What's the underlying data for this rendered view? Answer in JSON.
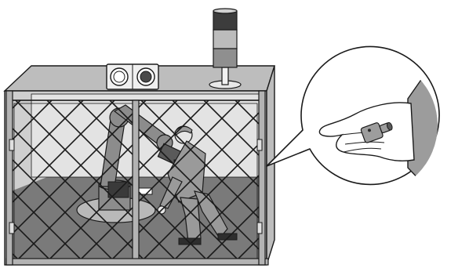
{
  "illustration": {
    "colors": {
      "outline": "#1a1a1a",
      "enclosure_wall": "#cfcfcf",
      "enclosure_top": "#bdbdbd",
      "enclosure_front_frame": "#b3b3b3",
      "floor_shadow": "#7a7a7a",
      "robot_body": "#8c8c8c",
      "robot_dark": "#3a3a3a",
      "worker_clothing": "#9a9a9a",
      "worker_skin": "#e6e6e6",
      "sensor_lens": "#4a4a4a",
      "light_tower_top": "#3c3c3c",
      "light_tower_mid": "#bcbcbc",
      "light_tower_bottom": "#8f8f8f",
      "sleeve": "#9c9c9c",
      "palm": "#ffffff",
      "part": "#9d9d9d"
    },
    "elements": {
      "enclosure": "safety-enclosure",
      "fence": "wire-mesh-fence",
      "robot": "industrial-robot-arm",
      "worker": "worker-figure",
      "sensor": "area-sensor-icon",
      "signal_tower": "signal-light-tower-icon",
      "callout": "hand-holding-part-callout"
    }
  }
}
